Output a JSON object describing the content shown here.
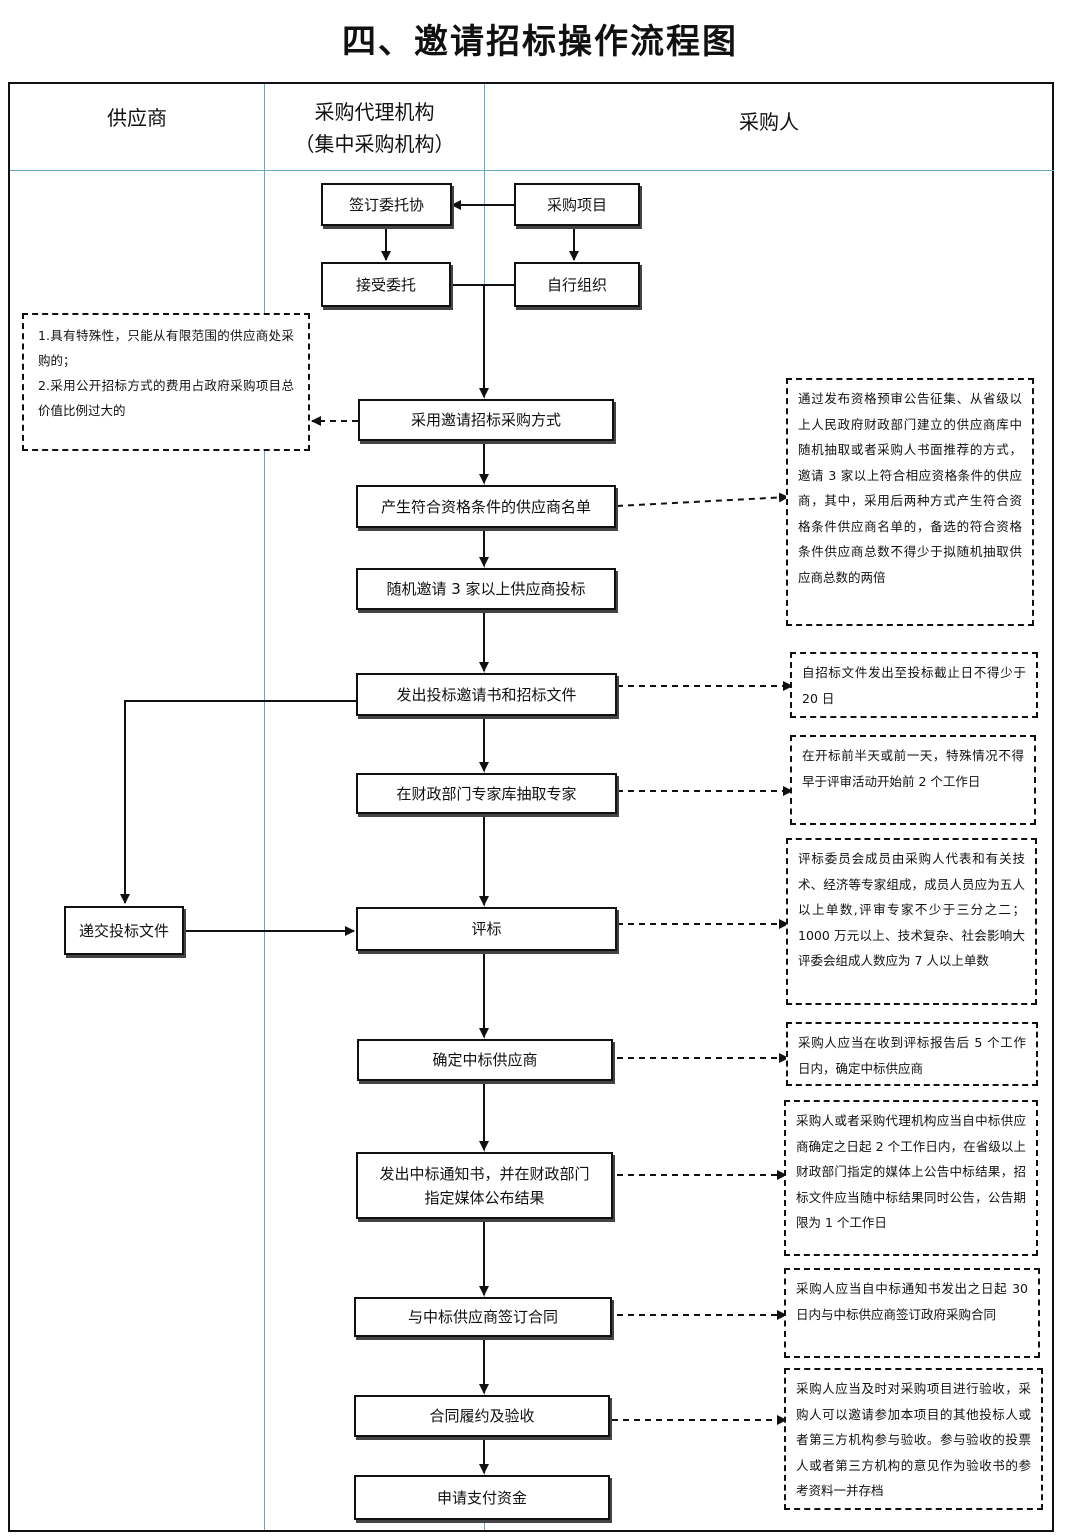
{
  "title": "四、邀请招标操作流程图",
  "lanes": {
    "supplier": "供应商",
    "agency_line1": "采购代理机构",
    "agency_line2": "（集中采购机构）",
    "purchaser": "采购人"
  },
  "boxes": {
    "sign_entrust": "签订委托协",
    "purchase_project": "采购项目",
    "accept_entrust": "接受委托",
    "self_organize": "自行组织",
    "invite_method": "采用邀请招标采购方式",
    "qualified_list": "产生符合资格条件的供应商名单",
    "random_invite": "随机邀请 3 家以上供应商投标",
    "issue_docs": "发出投标邀请书和招标文件",
    "experts": "在财政部门专家库抽取专家",
    "submit_bid": "递交投标文件",
    "evaluate": "评标",
    "winner": "确定中标供应商",
    "notice_line1": "发出中标通知书，并在财政部门",
    "notice_line2": "指定媒体公布结果",
    "contract": "与中标供应商签订合同",
    "acceptance": "合同履约及验收",
    "payment": "申请支付资金"
  },
  "notes": {
    "conditions": [
      "1.具有特殊性，只能从有限范围的供应商处采购的；",
      "2.采用公开招标方式的费用占政府采购项目总价值比例过大的"
    ],
    "qualified_list": "通过发布资格预审公告征集、从省级以上人民政府财政部门建立的供应商库中随机抽取或者采购人书面推荐的方式，邀请 3 家以上符合相应资格条件的供应商，其中，采用后两种方式产生符合资格条件供应商名单的，备选的符合资格条件供应商总数不得少于拟随机抽取供应商总数的两倍",
    "issue_docs": "自招标文件发出至投标截止日不得少于 20 日",
    "experts": "在开标前半天或前一天，特殊情况不得早于评审活动开始前 2 个工作日",
    "evaluate": "评标委员会成员由采购人代表和有关技术、经济等专家组成，成员人员应为五人以上单数,评审专家不少于三分之二；1000 万元以上、技术复杂、社会影响大评委会组成人数应为 7 人以上单数",
    "winner": "采购人应当在收到评标报告后 5 个工作日内，确定中标供应商",
    "notice": "采购人或者采购代理机构应当自中标供应商确定之日起 2 个工作日内，在省级以上财政部门指定的媒体上公告中标结果，招标文件应当随中标结果同时公告，公告期限为 1 个工作日",
    "contract": "采购人应当自中标通知书发出之日起 30 日内与中标供应商签订政府采购合同",
    "acceptance": "采购人应当及时对采购项目进行验收，采购人可以邀请参加本项目的其他投标人或者第三方机构参与验收。参与验收的投票人或者第三方机构的意见作为验收书的参考资料一并存档"
  },
  "colors": {
    "lane_line": "#6aa6c8",
    "stroke": "#111111"
  }
}
